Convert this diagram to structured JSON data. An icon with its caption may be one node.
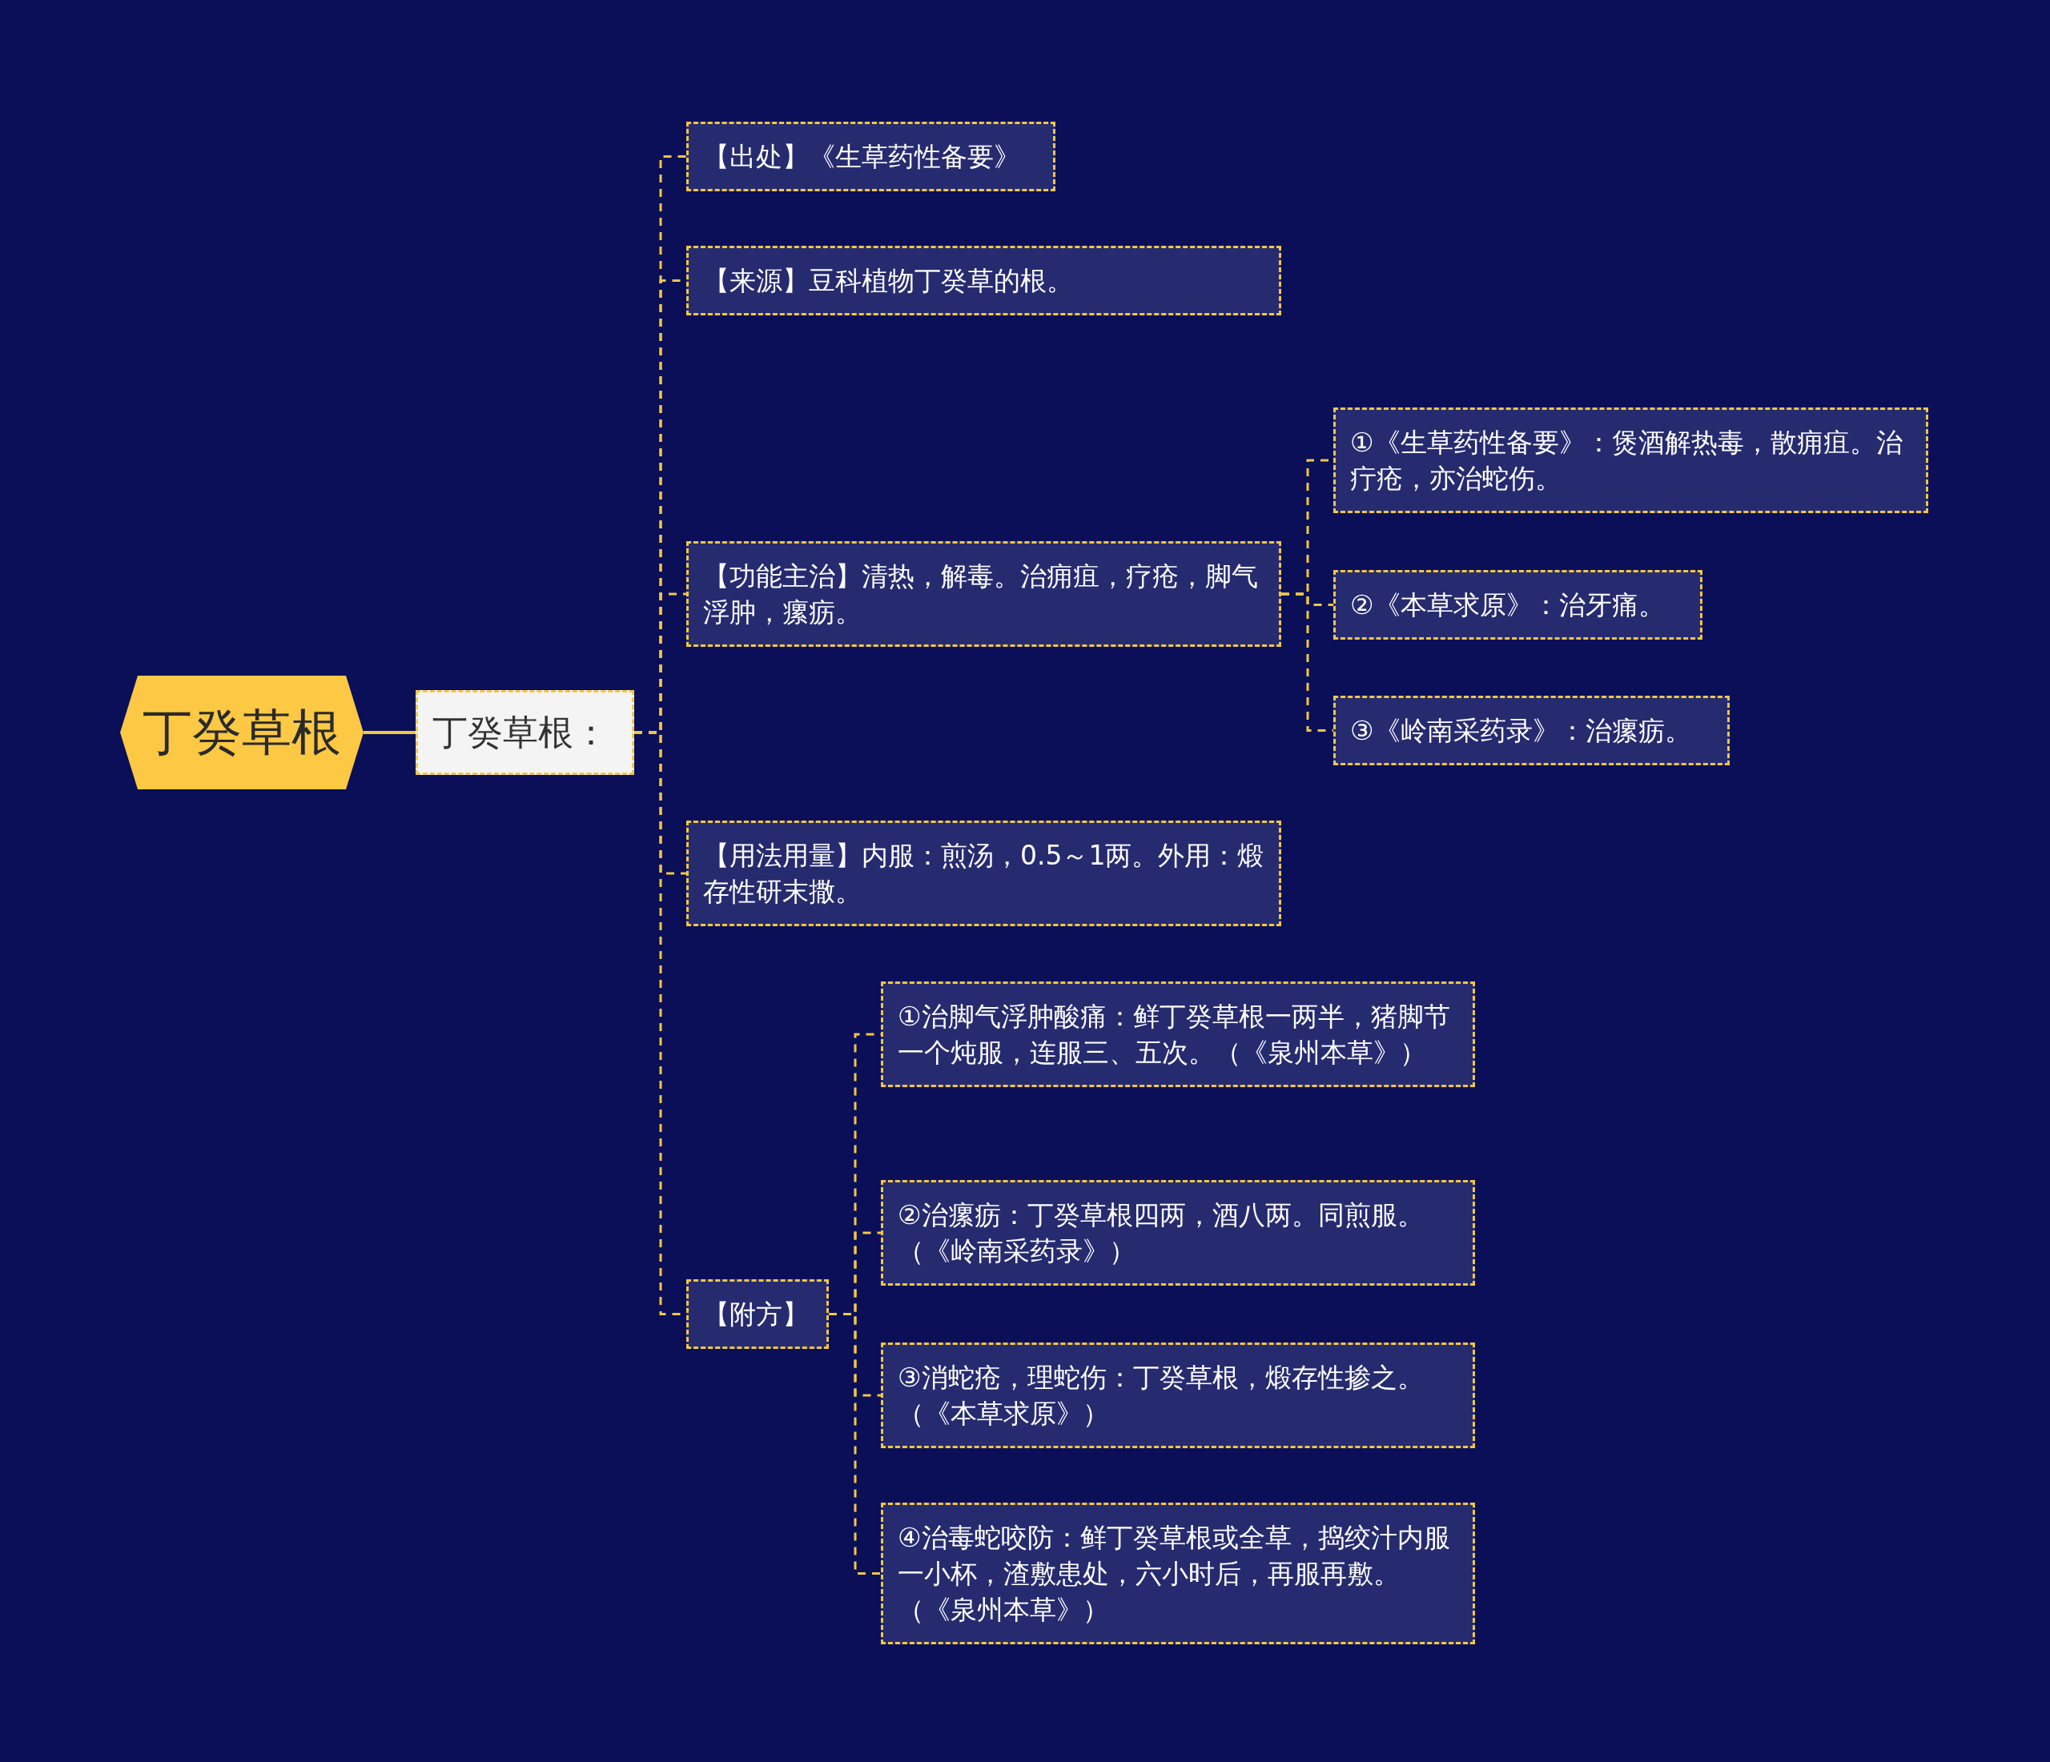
{
  "diagram": {
    "nodes": [
      {
        "text": [
          "丁癸草根"
        ]
      },
      {
        "text": [
          "丁癸草根："
        ]
      },
      {
        "text": [
          "【出处】《生草药性备要》"
        ]
      },
      {
        "text": [
          "【来源】豆科植物丁癸草的根。"
        ]
      },
      {
        "text": [
          "【功能主治】清热，解毒。治痈疽，疗疮，脚气浮肿，瘰疬。"
        ]
      },
      {
        "text": [
          "①《生草药性备要》：煲酒解热毒，散痈疽。治疔疮，亦治蛇伤。"
        ]
      },
      {
        "text": [
          "②《本草求原》：治牙痛。"
        ]
      },
      {
        "text": [
          "③《岭南采药录》：治瘰疬。"
        ]
      },
      {
        "text": [
          "【用法用量】内服：煎汤，0.5～1两。外用：煅存性研末撒。"
        ]
      },
      {
        "text": [
          "【附方】"
        ]
      },
      {
        "text": [
          "①治脚气浮肿酸痛：鲜丁癸草根一两半，猪脚节一个炖服，连服三、五次。（《泉州本草》）"
        ]
      },
      {
        "text": [
          "②治瘰疬：丁癸草根四两，酒八两。同煎服。（《岭南采药录》）"
        ]
      },
      {
        "text": [
          "③消蛇疮，理蛇伤：丁癸草根，煅存性掺之。（《本草求原》）"
        ]
      },
      {
        "text": [
          "④治毒蛇咬防：鲜丁癸草根或全草，捣绞汁内服一小杯，渣敷患处，六小时后，再服再敷。（《泉州本草》）"
        ]
      }
    ],
    "edges": [
      {
        "from": 0,
        "to": 1,
        "arrow": "none"
      },
      {
        "from": 1,
        "to": 2,
        "arrow": "none",
        "style": "dashed"
      },
      {
        "from": 1,
        "to": 3,
        "arrow": "none",
        "style": "dashed"
      },
      {
        "from": 1,
        "to": 4,
        "arrow": "none",
        "style": "dashed"
      },
      {
        "from": 1,
        "to": 8,
        "arrow": "none",
        "style": "dashed"
      },
      {
        "from": 1,
        "to": 9,
        "arrow": "none",
        "style": "dashed"
      },
      {
        "from": 4,
        "to": 5,
        "arrow": "none",
        "style": "dashed"
      },
      {
        "from": 4,
        "to": 6,
        "arrow": "none",
        "style": "dashed"
      },
      {
        "from": 4,
        "to": 7,
        "arrow": "none",
        "style": "dashed"
      },
      {
        "from": 9,
        "to": 10,
        "arrow": "none",
        "style": "dashed"
      },
      {
        "from": 9,
        "to": 11,
        "arrow": "none",
        "style": "dashed"
      },
      {
        "from": 9,
        "to": 12,
        "arrow": "none",
        "style": "dashed"
      },
      {
        "from": 9,
        "to": 13,
        "arrow": "none",
        "style": "dashed"
      }
    ]
  }
}
